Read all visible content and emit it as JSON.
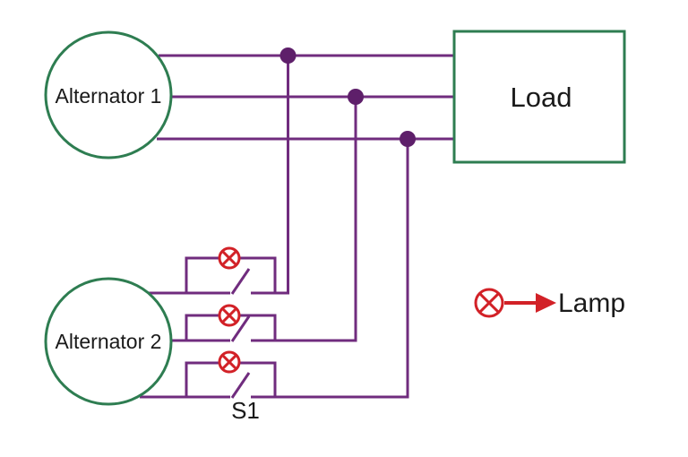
{
  "diagram": {
    "type": "alternator-synchronization-circuit",
    "alternator1": {
      "label": "Alternator 1"
    },
    "alternator2": {
      "label": "Alternator 2"
    },
    "load": {
      "label": "Load"
    },
    "switch": {
      "label": "S1"
    },
    "legend": {
      "label": "Lamp",
      "symbol": "lamp-icon"
    },
    "lamp_count": 3,
    "phase_lines": 3,
    "colors": {
      "wire": "#702C7E",
      "junction_node": "#5E1F6A",
      "component_outline": "#2E7D51",
      "lamp_red": "#D22127",
      "text": "#1A1A1A",
      "background": "#FFFFFF"
    }
  }
}
